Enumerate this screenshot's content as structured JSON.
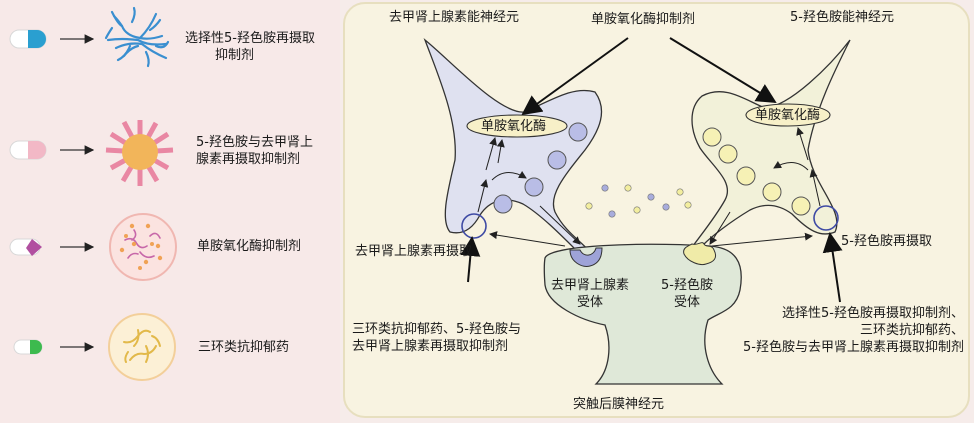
{
  "legend": {
    "items": [
      {
        "label_line1": "选择性5-羟色胺再摄取",
        "label_line2": "抑制剂",
        "pill_color": "#2a9fd0",
        "graphic": "blue-branching"
      },
      {
        "label_line1": "5-羟色胺与去甲肾上",
        "label_line2": "腺素再摄取抑制剂",
        "pill_color": "#f2b8c6",
        "graphic": "orange-sun-pink-rays"
      },
      {
        "label_line1": "单胺氧化酶抑制剂",
        "label_line2": "",
        "pill_color": "#b14fa0",
        "graphic": "pink-circle-orange-dots"
      },
      {
        "label_line1": "三环类抗抑郁药",
        "label_line2": "",
        "pill_color": "#3dba4e",
        "graphic": "cream-circle-yellow-branches"
      }
    ]
  },
  "diagram": {
    "ne_neuron": "去甲肾上腺素能神经元",
    "mao_inhibitor_top": "单胺氧化酶抑制剂",
    "serotonin_neuron": "5-羟色胺能神经元",
    "mao_left": "单胺氧化酶",
    "mao_right": "单胺氧化酶",
    "ne_reuptake": "去甲肾上腺素再摄取",
    "serotonin_reuptake": "5-羟色胺再摄取",
    "ne_receptor_line1": "去甲肾上腺素",
    "ne_receptor_line2": "受体",
    "serotonin_receptor_line1": "5-羟色胺",
    "serotonin_receptor_line2": "受体",
    "left_bottom_line1": "三环类抗抑郁药、5-羟色胺与",
    "left_bottom_line2": "去甲肾上腺素再摄取抑制剂",
    "right_bottom_line1": "选择性5-羟色胺再摄取抑制剂、",
    "right_bottom_line2": "三环类抗抑郁药、",
    "right_bottom_line3": "5-羟色胺与去甲肾上腺素再摄取抑制剂",
    "postsynaptic": "突触后膜神经元"
  },
  "colors": {
    "background": "#f7e9e8",
    "panel": "#f8f3e1",
    "ne_neuron_fill": "#dfe1f0",
    "serotonin_neuron_fill": "#f2f1d9",
    "vesicle_blue": "#b9bde6",
    "vesicle_yellow": "#f6f1b5",
    "postsynaptic_fill": "#dfe8d8"
  }
}
